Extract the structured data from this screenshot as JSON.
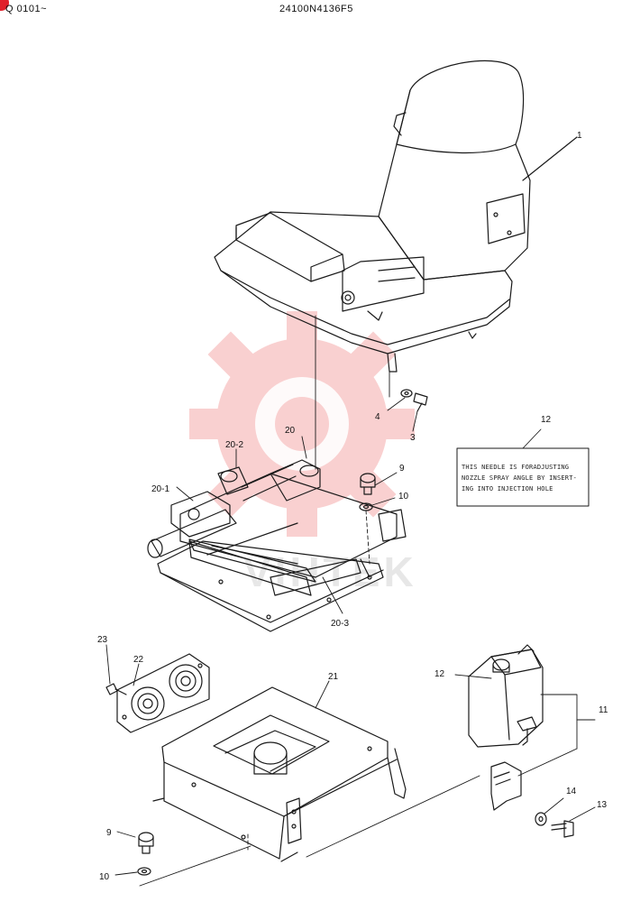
{
  "header": {
    "serial_range": "Q 0101~",
    "document_number": "24100N4136F5"
  },
  "watermark": {
    "text": "VIHTEK",
    "color": "#f07a7a"
  },
  "note_label": {
    "line1": "THIS NEEDLE IS FORADJUSTING",
    "line2": "NOZZLE SPRAY ANGLE BY INSERT-",
    "line3": "ING INTO INJECTION HOLE"
  },
  "callouts": {
    "c1": "1",
    "c3": "3",
    "c4": "4",
    "c9_top": "9",
    "c10_top": "10",
    "c12_top": "12",
    "c20": "20",
    "c20_1": "20-1",
    "c20_2": "20-2",
    "c20_3": "20-3",
    "c21": "21",
    "c22": "22",
    "c23": "23",
    "c12_bottom": "12",
    "c11": "11",
    "c14": "14",
    "c13": "13",
    "c9_bottom": "9",
    "c10_bottom": "10"
  },
  "icons": {
    "seat": "operator-seat-icon",
    "suspension": "seat-suspension-icon",
    "tank": "washer-tank-icon",
    "speakers": "speaker-panel-icon",
    "stand": "seat-stand-icon"
  }
}
